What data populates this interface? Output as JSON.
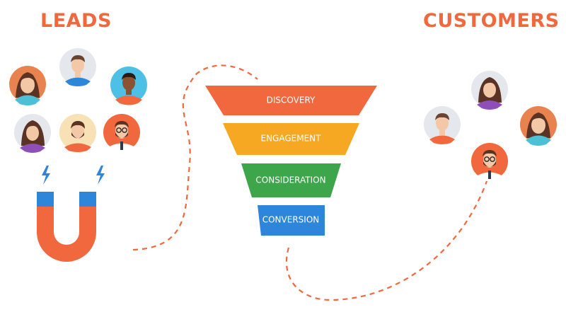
{
  "headings": {
    "leads": "LEADS",
    "customers": "CUSTOMERS"
  },
  "funnel": {
    "stages": [
      {
        "label": "DISCOVERY",
        "color": "#f2683e"
      },
      {
        "label": "ENGAGEMENT",
        "color": "#f7a823"
      },
      {
        "label": "CONSIDERATION",
        "color": "#3ea64a"
      },
      {
        "label": "CONVERSION",
        "color": "#2d86d9"
      }
    ]
  },
  "colors": {
    "heading": "#f2683e",
    "dashed_path": "#f2683e",
    "magnet_body": "#f2683e",
    "magnet_tip": "#2d86d9",
    "spark": "#2d86d9"
  },
  "icons": {
    "lead_avatars": [
      "woman-avatar-icon",
      "man-avatar-icon",
      "man-avatar-icon",
      "woman-avatar-icon",
      "bearded-man-avatar-icon",
      "glasses-man-avatar-icon"
    ],
    "customer_avatars": [
      "woman-avatar-icon",
      "man-avatar-icon",
      "woman-avatar-icon",
      "glasses-man-avatar-icon"
    ],
    "magnet": "magnet-icon",
    "sparks": "lightning-icon"
  }
}
